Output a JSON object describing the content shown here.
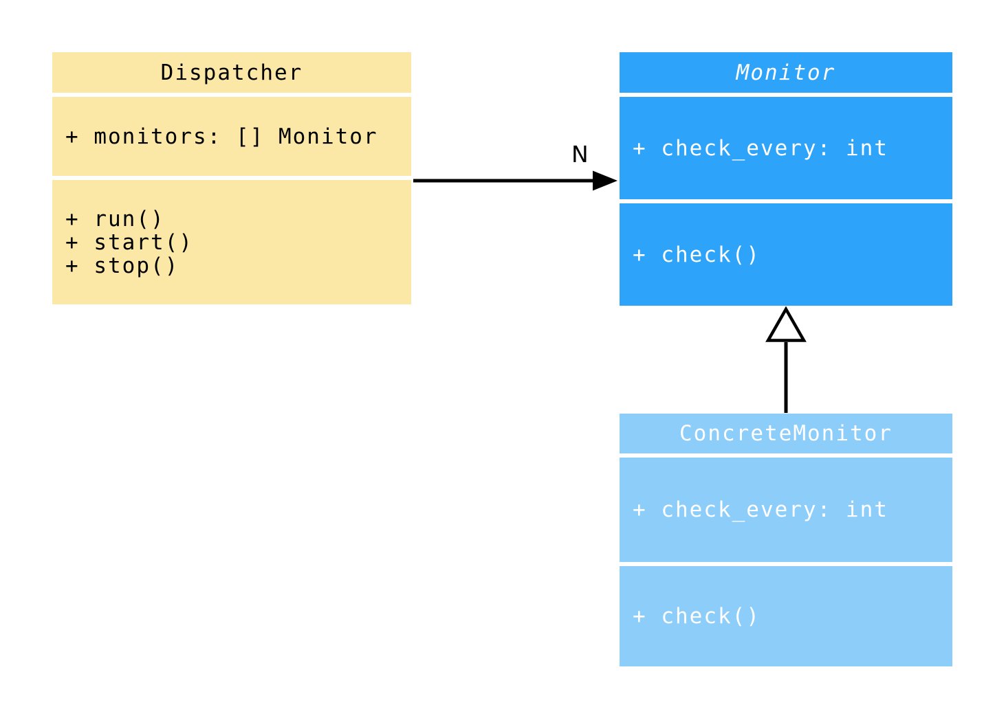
{
  "diagram": {
    "type": "uml-class-diagram",
    "background_color": "#ffffff",
    "line_color": "#000000",
    "classes": [
      {
        "name": "Dispatcher",
        "name_italic": false,
        "fill": "#FCE8A6",
        "text_color": "#000000",
        "attributes": [
          "+ monitors: [] Monitor"
        ],
        "methods": [
          "+ run()",
          "+ start()",
          "+ stop()"
        ]
      },
      {
        "name": "Monitor",
        "name_italic": true,
        "fill": "#2EA3FA",
        "text_color": "#ffffff",
        "attributes": [
          "+ check_every: int"
        ],
        "methods": [
          "+ check()"
        ]
      },
      {
        "name": "ConcreteMonitor",
        "name_italic": false,
        "fill": "#8DCDFA",
        "text_color": "#ffffff",
        "attributes": [
          "+ check_every: int"
        ],
        "methods": [
          "+ check()"
        ]
      }
    ],
    "relations": [
      {
        "type": "association",
        "from": "Dispatcher",
        "to": "Monitor",
        "label": "N",
        "arrowhead": "filled-triangle"
      },
      {
        "type": "generalization",
        "from": "ConcreteMonitor",
        "to": "Monitor",
        "label": "",
        "arrowhead": "hollow-triangle"
      }
    ]
  }
}
